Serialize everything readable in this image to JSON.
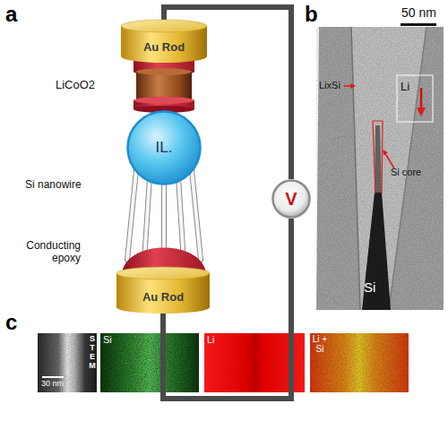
{
  "diagram": {
    "nodes": [
      {
        "text": [
          "Au Rod"
        ]
      },
      {
        "text": [
          "IL."
        ]
      },
      {
        "text": [
          "V"
        ]
      },
      {
        "text": [
          "Au Rod"
        ]
      }
    ],
    "edges": [
      {
        "from": 0,
        "to": 2,
        "arrow": "none"
      },
      {
        "from": 2,
        "to": 3,
        "arrow": "none"
      }
    ],
    "labels": [
      "a",
      "LiCoO2",
      "Si nanowire",
      "Conducting epoxy",
      "b",
      "50 nm",
      "LixSi",
      "Li",
      "Si core",
      "Si",
      "c",
      "STEM",
      "30 nm",
      "Si",
      "Li",
      "Li + Si"
    ]
  }
}
